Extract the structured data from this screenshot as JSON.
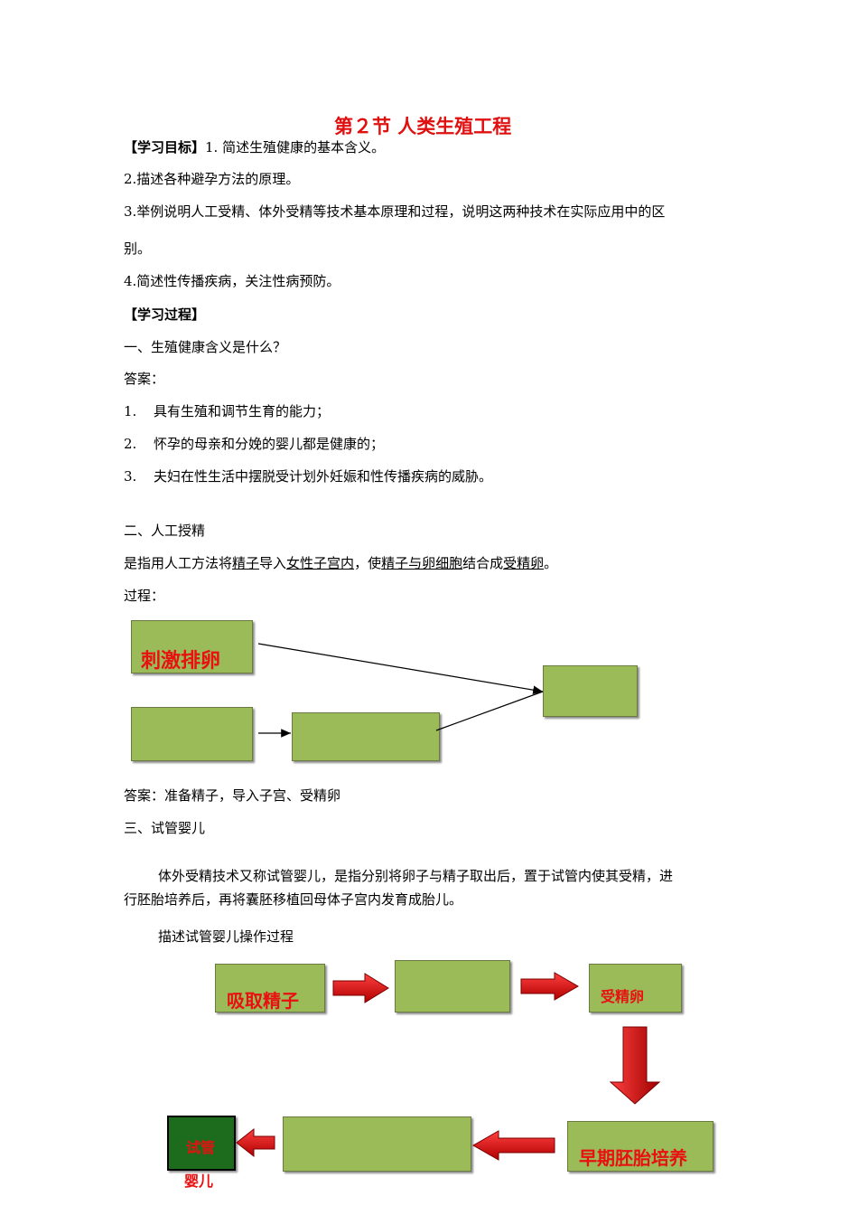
{
  "title": "第２节  人类生殖工程",
  "objectives": {
    "label": "【学习目标】",
    "item1": "1.  简述生殖健康的基本含义。",
    "item2": "2.描述各种避孕方法的原理。",
    "item3_line1": "3.举例说明人工受精、体外受精等技术基本原理和过程，说明这两种技术在实际应用中的区",
    "item3_line2": "别。",
    "item4": "4.简述性传播疾病，关注性病预防。"
  },
  "process_label": "【学习过程】",
  "section1": {
    "heading": "一、生殖健康含义是什么？",
    "answer_label": "答案：",
    "answers": [
      {
        "num": "1.",
        "text": "具有生殖和调节生育的能力；"
      },
      {
        "num": "2.",
        "text": "怀孕的母亲和分娩的婴儿都是健康的；"
      },
      {
        "num": "3.",
        "text": "夫妇在性生活中摆脱受计划外妊娠和性传播疾病的威胁。"
      }
    ]
  },
  "section2": {
    "heading": "二、人工授精",
    "def_parts": [
      "是指用人工方法将",
      "精子",
      "导入",
      "女性子宫内",
      "，使",
      "精子与卵细胞",
      "结合成",
      "受精卵",
      "。"
    ],
    "process_label": "过程：",
    "flow_box1": "刺激排卵",
    "answer": "答案：准备精子，导入子宫、受精卵"
  },
  "section3": {
    "heading": "三、试管婴儿",
    "para_line1": "体外受精技术又称试管婴儿，是指分别将卵子与精子取出后，置于试管内使其受精，进",
    "para_line2": "行胚胎培养后，再将囊胚移植回母体子宫内发育成胎儿。",
    "describe": "描述试管婴儿操作过程",
    "flow": {
      "box1": "吸取精子",
      "box3": "受精卵",
      "box4": "早期胚胎培养",
      "box6_line1": "试管",
      "box6_line2": "婴儿"
    }
  },
  "colors": {
    "title": "#e01010",
    "box_fill": "#9bbb59",
    "box_label": "#e81010",
    "arrow_red": "#cc0000",
    "dark_box": "#1d6b1d"
  }
}
